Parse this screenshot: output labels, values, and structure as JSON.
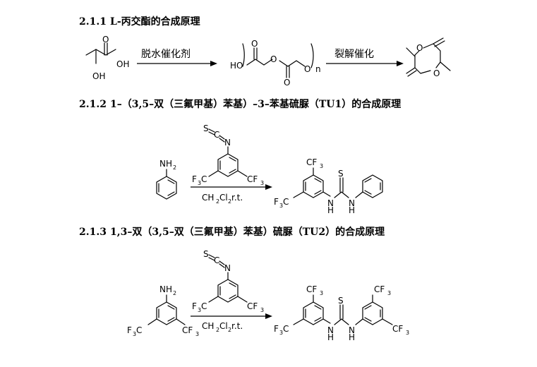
{
  "sections": [
    {
      "number": "2.1.1",
      "title": "L-丙交酯的合成原理"
    },
    {
      "number": "2.1.2",
      "title": "1–（3,5–双（三氟甲基）苯基）–3–苯基硫脲（TU1）的合成原理"
    },
    {
      "number": "2.1.3",
      "title": "1,3–双（3,5–双（三氟甲基）苯基）硫脲（TU2）的合成原理"
    }
  ],
  "scheme1": {
    "step1_condition": "脱水催化剂",
    "step2_condition": "裂解催化",
    "labels": {
      "oh": "OH",
      "o": "O",
      "ho": "HO",
      "n": "n"
    }
  },
  "scheme2": {
    "reagent_label_s": "S",
    "reagent_label_c": "C",
    "reagent_label_n": "N",
    "amine_label": "NH",
    "amine_sub": "2",
    "cf3": "CF",
    "cf3_sub": "3",
    "f3c": "F",
    "f3c_sub": "3",
    "f3c_c": "C",
    "condition_a": "CH",
    "condition_sub1": "2",
    "condition_b": "Cl",
    "condition_sub2": "2",
    "condition_c": " r.t.",
    "product_s": "S",
    "product_h": "H",
    "product_n": "N"
  }
}
